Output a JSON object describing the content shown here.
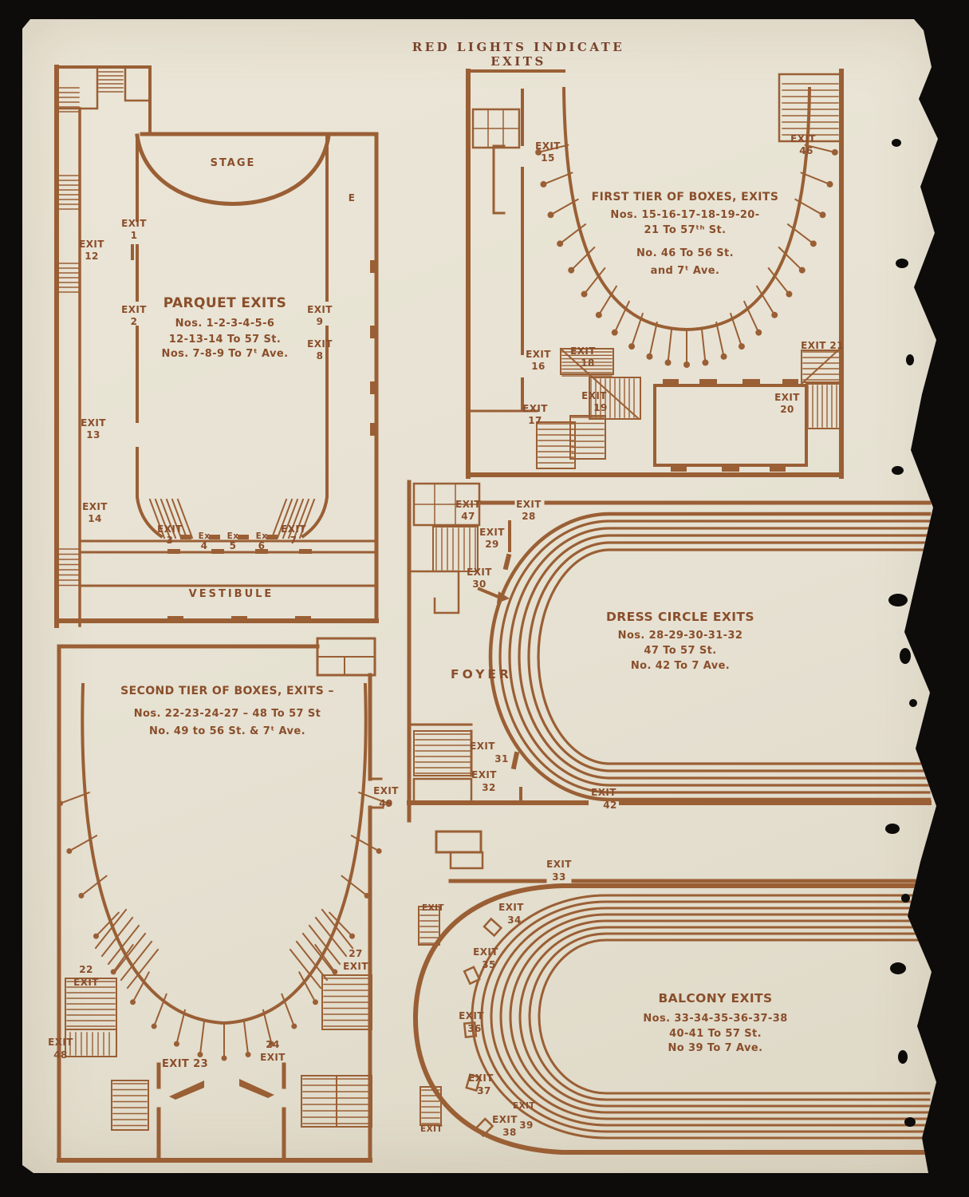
{
  "page": {
    "title": "RED LIGHTS INDICATE EXITS",
    "colors": {
      "ink": "#9a5f35",
      "text_ink": "#8a4e2b",
      "paper": "#e7e2d3",
      "backdrop": "#0d0c0a"
    }
  },
  "diagrams": {
    "parquet": {
      "stage_label": "STAGE",
      "vestibule_label": "VESTIBULE",
      "side_door_label": "E",
      "caption": [
        "PARQUET EXITS",
        "Nos. 1-2-3-4-5-6",
        "12-13-14 To 57 St.",
        "Nos. 7-8-9 To 7ᵗ Ave."
      ],
      "exits": {
        "e1": [
          "EXIT",
          "1"
        ],
        "e2": [
          "EXIT",
          "2"
        ],
        "e3": [
          "EXIT",
          "3"
        ],
        "e4": [
          "Ex",
          "4"
        ],
        "e5": [
          "Ex",
          "5"
        ],
        "e6": [
          "Ex",
          "6"
        ],
        "e7": [
          "EXIT",
          "7"
        ],
        "e8": [
          "EXIT",
          "8"
        ],
        "e9": [
          "EXIT",
          "9"
        ],
        "e12": [
          "EXIT",
          "12"
        ],
        "e13": [
          "EXIT",
          "13"
        ],
        "e14": [
          "EXIT",
          "14"
        ]
      }
    },
    "first_tier": {
      "caption": [
        "FIRST TIER OF BOXES, EXITS",
        "Nos. 15-16-17-18-19-20-",
        "21 To 57ᵗʰ St.",
        "No. 46 To 56 St.",
        "and 7ᵗ Ave."
      ],
      "exits": {
        "e15": [
          "EXIT",
          "15"
        ],
        "e16": [
          "EXIT",
          "16"
        ],
        "e17": [
          "EXIT",
          "17"
        ],
        "e18": [
          "EXIT",
          "18"
        ],
        "e19": [
          "EXIT",
          "19"
        ],
        "e20": [
          "EXIT",
          "20"
        ],
        "e21": [
          "EXIT 21"
        ],
        "e46": [
          "EXIT",
          "46"
        ]
      }
    },
    "dress_circle": {
      "foyer_label": "FOYER",
      "caption": [
        "DRESS CIRCLE EXITS",
        "Nos. 28-29-30-31-32",
        "47 To 57 St.",
        "No. 42 To 7 Ave."
      ],
      "exits": {
        "e28": [
          "EXIT",
          "28"
        ],
        "e29": [
          "EXIT",
          "29"
        ],
        "e30": [
          "EXIT",
          "30"
        ],
        "e31": [
          "EXIT",
          "31"
        ],
        "e32": [
          "EXIT",
          "32"
        ],
        "e42": [
          "EXIT",
          "42"
        ],
        "e47": [
          "EXIT",
          "47"
        ]
      }
    },
    "second_tier": {
      "caption": [
        "SECOND TIER OF BOXES, EXITS –",
        "Nos. 22-23-24-27 – 48 To 57 St",
        "No. 49 to 56 St. & 7ᵗ Ave."
      ],
      "exits": {
        "e22": [
          "22",
          "EXIT"
        ],
        "e23": [
          "EXIT 23"
        ],
        "e24": [
          "24",
          "EXIT"
        ],
        "e27": [
          "27",
          "EXIT"
        ],
        "e48": [
          "EXIT",
          "48"
        ],
        "e49": [
          "EXIT",
          "49"
        ]
      }
    },
    "balcony": {
      "caption": [
        "BALCONY EXITS",
        "Nos. 33-34-35-36-37-38",
        "40-41 To 57 St.",
        "No 39 To 7 Ave."
      ],
      "exits": {
        "e33": [
          "EXIT",
          "33"
        ],
        "e34": [
          "EXIT",
          "34"
        ],
        "e35": [
          "EXIT",
          "35"
        ],
        "e36": [
          "EXIT",
          "36"
        ],
        "e37": [
          "EXIT",
          "37"
        ],
        "e38": [
          "EXIT",
          "38"
        ],
        "e39": [
          "EXIT",
          "39"
        ],
        "side_a": [
          "EXIT"
        ],
        "side_b": [
          "EXIT"
        ]
      }
    }
  }
}
